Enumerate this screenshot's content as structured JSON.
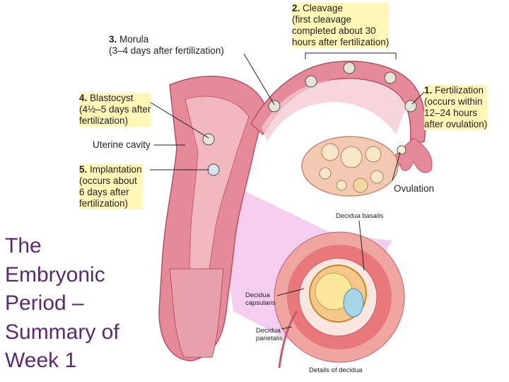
{
  "title": "The\nEmbryonic\nPeriod –\nSummary of\nWeek 1",
  "labels": {
    "cleavage": {
      "num": "2.",
      "text": "Cleavage\n(first cleavage\ncompleted about 30\nhours after fertilization)"
    },
    "morula": {
      "num": "3.",
      "text": "Morula\n(3–4 days after fertilization)"
    },
    "blastocyst": {
      "num": "4.",
      "text": "Blastocyst\n(4½–5 days after\nfertilization)"
    },
    "fertilization": {
      "num": "1.",
      "text": "Fertilization\n(occurs within\n12–24 hours\nafter ovulation)"
    },
    "uterine_cavity": "Uterine cavity",
    "implantation": {
      "num": "5.",
      "text": "Implantation\n(occurs about\n6 days after\nfertilization)"
    },
    "ovulation": "Ovulation",
    "decidua_basalis": "Decidua basalis",
    "decidua_capsularis": "Decidua\ncapsularis",
    "decidua_parietalis": "Decidua\nparietalis",
    "details": "Details of decidua"
  },
  "colors": {
    "highlight": "#fff6b8",
    "title": "#5b2a6e",
    "tissue": "#e58a99",
    "tissue_dark": "#c85a6e",
    "lining": "#f2b8c0",
    "callout_fill": "#f3c6ec"
  }
}
